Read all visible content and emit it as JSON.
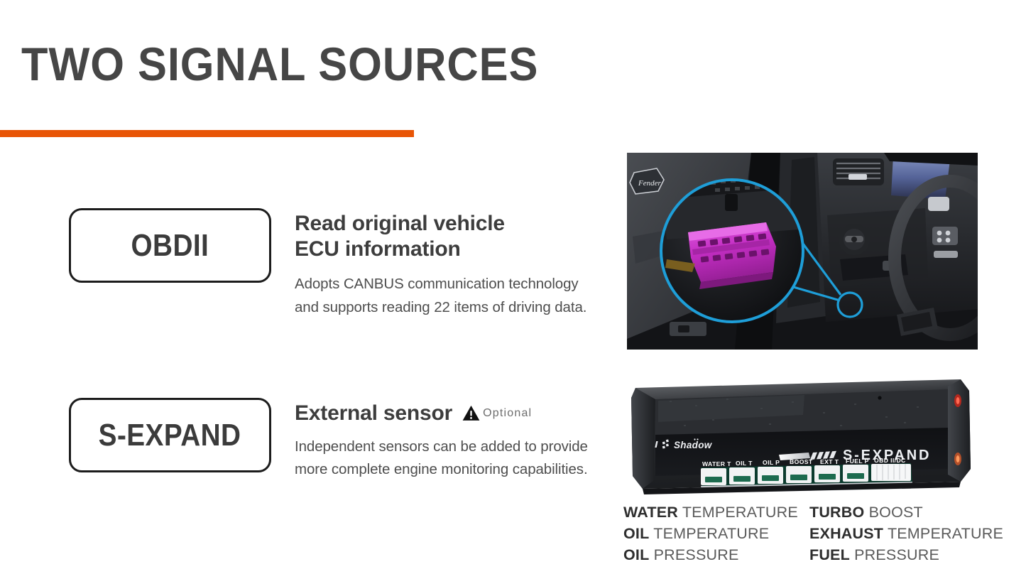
{
  "slide": {
    "title": "TWO SIGNAL SOURCES",
    "accent_color": "#E85506",
    "title_color": "#464646"
  },
  "features": [
    {
      "tag": "OBDII",
      "heading_line1": "Read original vehicle",
      "heading_line2": "ECU information",
      "body": "Adopts CANBUS communication technology and supports reading 22 items of driving data.",
      "badge": null
    },
    {
      "tag": "S-EXPAND",
      "heading_line1": "External sensor",
      "heading_line2": "",
      "body": "Independent sensors can be added to provide more complete engine monitoring capabilities.",
      "badge": "Optional"
    }
  ],
  "images": {
    "car_interior": {
      "alt": "Car interior footwell with magnified OBDII port",
      "callout_color": "#1e9ed8",
      "connector_color": "#c832c8",
      "badge_text": "Fender"
    },
    "device": {
      "alt": "S-EXPAND external sensor module",
      "brand": "Shadow",
      "model": "S-EXPAND",
      "ports": [
        "WATER T",
        "OIL T",
        "OIL P",
        "BOOST",
        "EXT T",
        "FUEL P",
        "OBD II/DC"
      ]
    }
  },
  "sensors": [
    {
      "bold": "WATER",
      "rest": "TEMPERATURE"
    },
    {
      "bold": "TURBO",
      "rest": "BOOST"
    },
    {
      "bold": "OIL",
      "rest": "TEMPERATURE"
    },
    {
      "bold": "EXHAUST",
      "rest": " TEMPERATURE"
    },
    {
      "bold": "OIL",
      "rest": "PRESSURE"
    },
    {
      "bold": "FUEL",
      "rest": "PRESSURE"
    }
  ]
}
